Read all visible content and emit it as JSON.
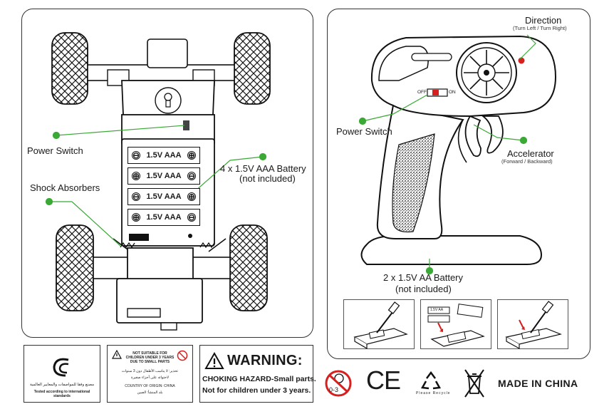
{
  "car_diagram": {
    "power_switch_label": "Power Switch",
    "shock_absorbers_label": "Shock Absorbers",
    "battery_spec_label": "4 x 1.5V AAA Battery",
    "battery_note": "(not included)",
    "battery_cells": [
      {
        "label": "1.5V AAA",
        "left": "⊖",
        "right": "⊕"
      },
      {
        "label": "1.5V AAA",
        "left": "⊕",
        "right": "⊖"
      },
      {
        "label": "1.5V AAA",
        "left": "⊖",
        "right": "⊕"
      },
      {
        "label": "1.5V AAA",
        "left": "⊕",
        "right": "⊖"
      }
    ]
  },
  "remote_diagram": {
    "direction_label": "Direction",
    "direction_sub": "(Turn Left / Turn Right)",
    "power_switch_label": "Power Switch",
    "switch_off": "OFF",
    "switch_on": "ON",
    "accelerator_label": "Accelerator",
    "accelerator_sub": "(Forward / Backward)",
    "battery_spec_label": "2 x 1.5V AA Battery",
    "battery_note": "(not included)",
    "install_step_battery_text": "1.5V AA"
  },
  "compliance": {
    "arabic_line": "مصنع وفقا للمواصفات والمعايير العالمية",
    "english_line": "Tested according to international standards"
  },
  "child_warning": {
    "line1": "NOT SUITABLE FOR",
    "line2": "CHILDREN UNDER 3 YEARS",
    "line3": "DUE TO SMALL PARTS",
    "arabic_1": "تحذير: لا يناسب الأطفال دون 3 سنوات",
    "arabic_2": "لاحتوائه على أجزاء صغيرة",
    "country": "COUNTRY OF ORIGIN: CHINA",
    "arabic_origin": "بلد المنشأ: الصين"
  },
  "warning": {
    "title": "WARNING:",
    "line1": "CHOKING HAZARD-Small parts.",
    "line2": "Not for children under 3 years."
  },
  "footer": {
    "age_badge": "0-3",
    "ce_mark": "CE",
    "recycle_text": "Please Recycle",
    "made_in": "MADE IN CHINA"
  },
  "colors": {
    "accent_green": "#3aa935",
    "red": "#d62020",
    "line": "#111111"
  }
}
